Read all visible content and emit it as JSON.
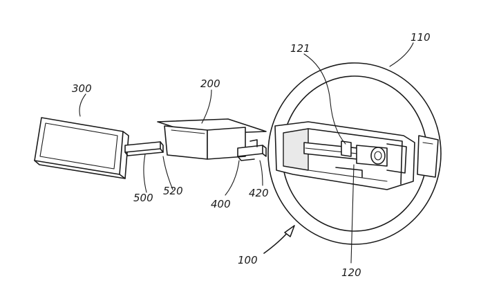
{
  "labels": {
    "display": "300",
    "housing": "200",
    "wheel_rim": "110",
    "hub_part": "121",
    "slide_rail": "120",
    "steering_wheel": "100",
    "arm": "500",
    "arm_end": "520",
    "bracket": "400",
    "bracket_end": "420"
  }
}
